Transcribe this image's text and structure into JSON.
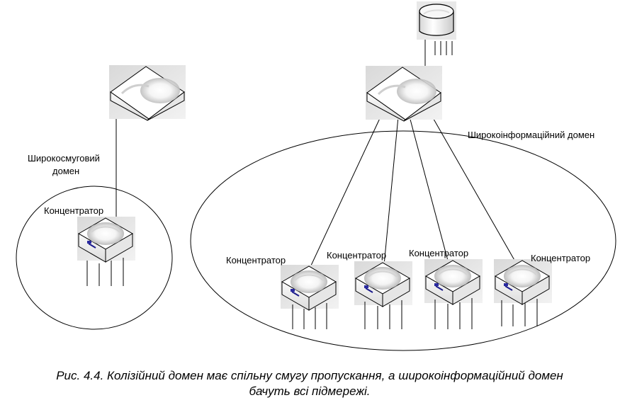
{
  "labels": {
    "broadband_domain_line1": "Широкосмуговий",
    "broadband_domain_line2": "домен",
    "broadcast_domain": "Широкоінформаційний домен",
    "hub_left": "Концентратор",
    "hub_1": "Концентратор",
    "hub_2": "Концентратор",
    "hub_3": "Концентратор",
    "hub_4": "Концентратор"
  },
  "caption": {
    "line1": "Рис. 4.4. Колізійний домен має спільну смугу пропускання, а широкоінформаційний домен",
    "line2": "бачуть всі підмережі."
  }
}
